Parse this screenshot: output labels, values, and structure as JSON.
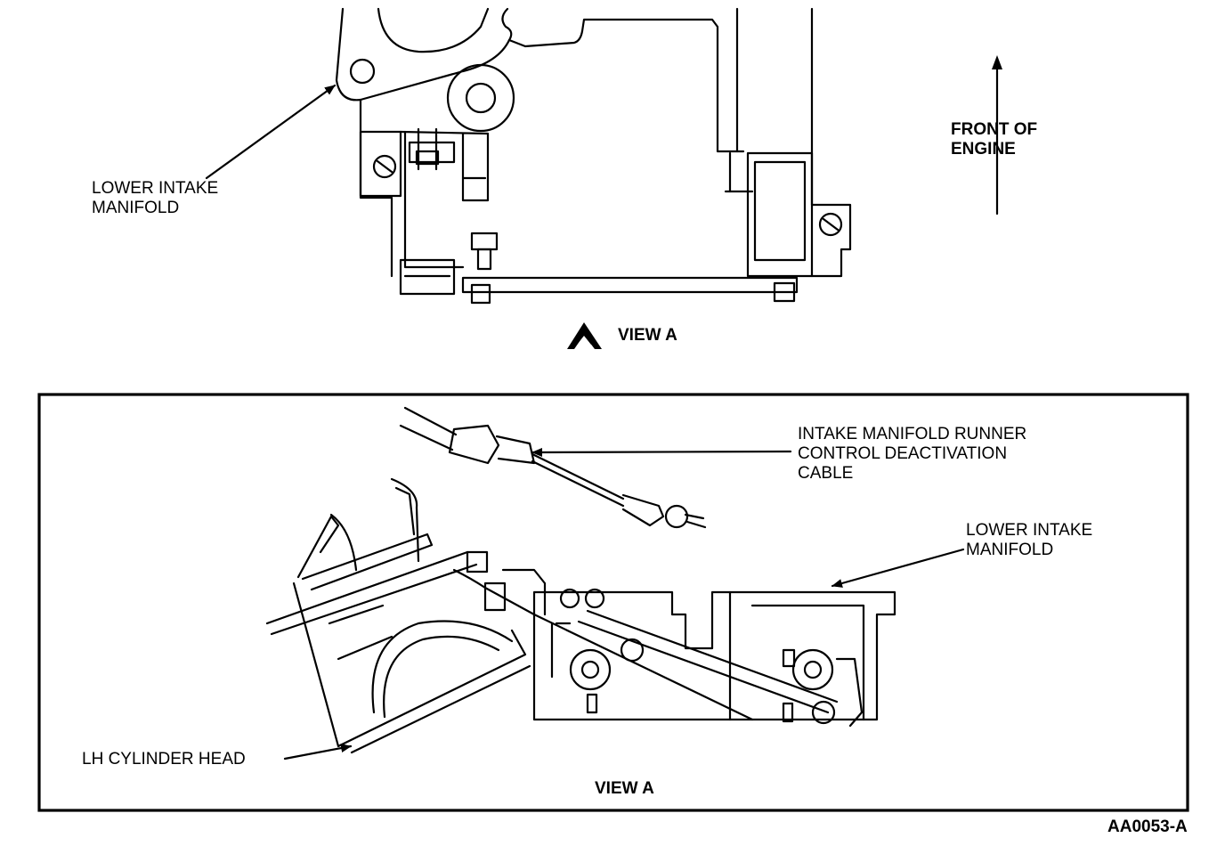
{
  "top_view": {
    "lower_intake_manifold": [
      "LOWER INTAKE",
      "MANIFOLD"
    ],
    "front_of_engine": [
      "FRONT OF",
      "ENGINE"
    ],
    "view_marker": "VIEW A"
  },
  "detail_view": {
    "cable": [
      "INTAKE MANIFOLD RUNNER",
      "CONTROL DEACTIVATION",
      "CABLE"
    ],
    "lower_intake_manifold": [
      "LOWER INTAKE",
      "MANIFOLD"
    ],
    "cylinder_head": "LH CYLINDER HEAD",
    "view_title": "VIEW A"
  },
  "figure_code": "AA0053-A"
}
